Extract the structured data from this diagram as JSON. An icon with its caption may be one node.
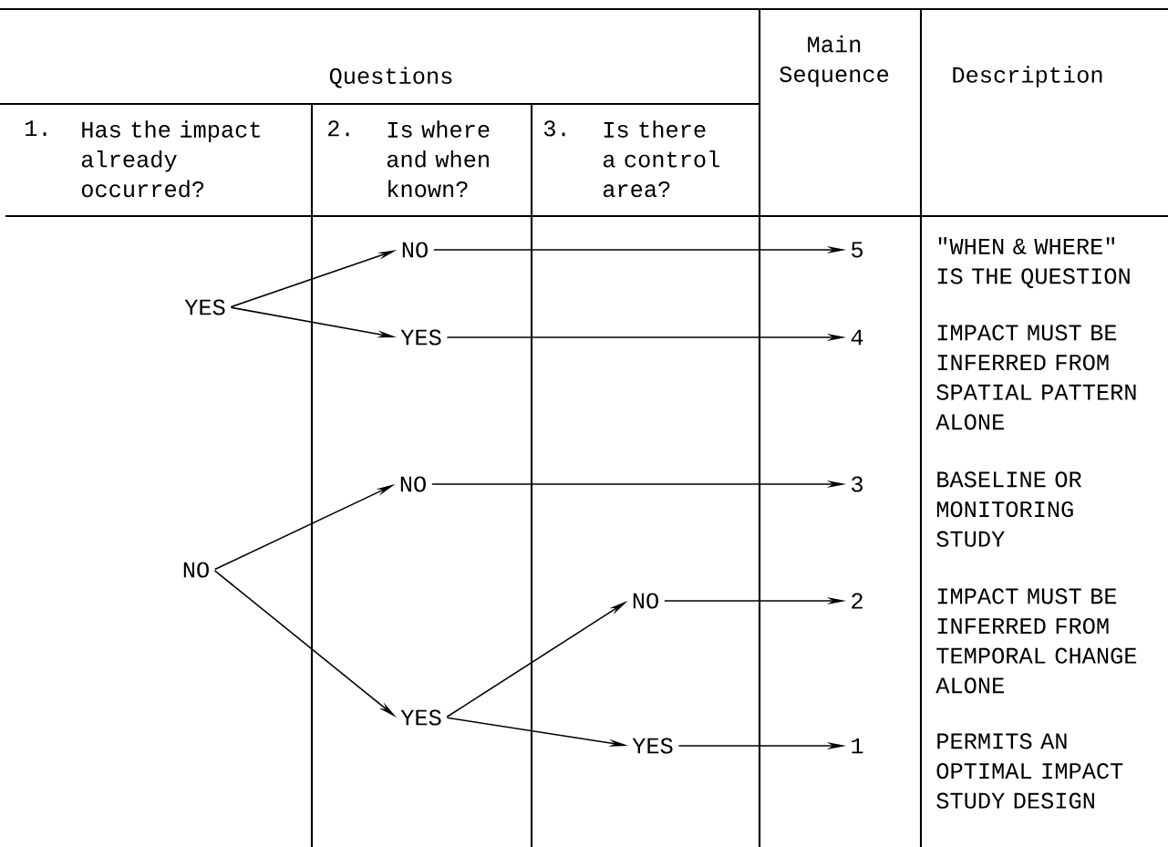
{
  "diagram": {
    "nodes": [
      {
        "text": [
          "YES"
        ]
      },
      {
        "text": [
          "NO"
        ]
      },
      {
        "text": [
          "NO"
        ]
      },
      {
        "text": [
          "YES"
        ]
      },
      {
        "text": [
          "NO"
        ]
      },
      {
        "text": [
          "YES"
        ]
      },
      {
        "text": [
          "NO"
        ]
      },
      {
        "text": [
          "YES"
        ]
      },
      {
        "text": [
          "5"
        ]
      },
      {
        "text": [
          "4"
        ]
      },
      {
        "text": [
          "3"
        ]
      },
      {
        "text": [
          "2"
        ]
      },
      {
        "text": [
          "1"
        ]
      }
    ],
    "edges": [
      {
        "from": 0,
        "to": 2,
        "arrow": "to"
      },
      {
        "from": 0,
        "to": 3,
        "arrow": "to"
      },
      {
        "from": 1,
        "to": 4,
        "arrow": "to"
      },
      {
        "from": 1,
        "to": 5,
        "arrow": "to"
      },
      {
        "from": 5,
        "to": 6,
        "arrow": "to"
      },
      {
        "from": 5,
        "to": 7,
        "arrow": "to"
      },
      {
        "from": 2,
        "to": 8,
        "arrow": "to"
      },
      {
        "from": 3,
        "to": 9,
        "arrow": "to"
      },
      {
        "from": 4,
        "to": 10,
        "arrow": "to"
      },
      {
        "from": 6,
        "to": 11,
        "arrow": "to"
      },
      {
        "from": 7,
        "to": 12,
        "arrow": "to"
      }
    ],
    "labels": [
      "Questions",
      "Main Sequence",
      "Description",
      "1.",
      "Has the impact already occurred?",
      "2.",
      "Is where and when known?",
      "3.",
      "Is there a control area?",
      "\"WHEN & WHERE\" IS THE QUESTION",
      "IMPACT MUST BE INFERRED FROM SPATIAL PATTERN ALONE",
      "BASELINE OR MONITORING STUDY",
      "IMPACT MUST BE INFERRED FROM TEMPORAL CHANGE ALONE",
      "PERMITS AN OPTIMAL IMPACT STUDY DESIGN"
    ]
  }
}
